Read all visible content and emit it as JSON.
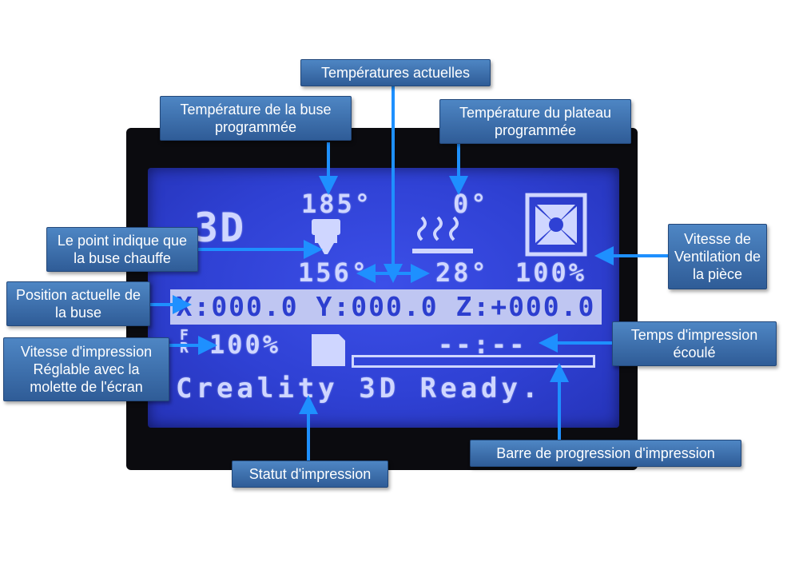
{
  "lcd": {
    "nozzle_target": "185°",
    "bed_target": "0°",
    "nozzle_current": "156°",
    "bed_current": "28°",
    "fan_speed": "100%",
    "logo": "3D",
    "position": "X:000.0 Y:000.0 Z:+000.0",
    "feedrate_label": "FR",
    "feedrate": "100%",
    "elapsed_time": "--:--",
    "status": "Creality 3D Ready.",
    "progress_percent": 0
  },
  "callouts": {
    "current_temps": "Températures actuelles",
    "nozzle_target": "Température de la buse programmée",
    "bed_target": "Température du plateau programmée",
    "heating_dot": "Le point indique que la buse chauffe",
    "fan_speed": "Vitesse de Ventilation de la pièce",
    "position": "Position actuelle de la buse",
    "print_speed": "Vitesse d'impression Réglable avec la molette de l'écran",
    "elapsed_time": "Temps d'impression écoulé",
    "progress_bar": "Barre de progression d'impression",
    "status": "Statut d'impression"
  },
  "colors": {
    "lcd_background": "#2f41d4",
    "lcd_text": "#cfd6ff",
    "callout_bg": "#3a6cab",
    "arrow": "#1e90ff"
  }
}
